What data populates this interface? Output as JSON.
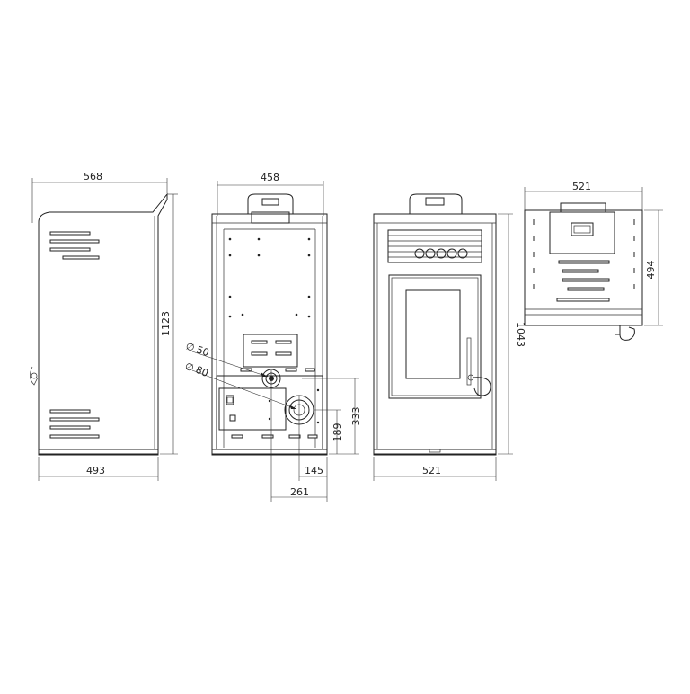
{
  "views": {
    "side": {
      "top_width": "568",
      "bottom_width": "493",
      "height": "1123"
    },
    "rear": {
      "width": "458",
      "pipe_small": "50",
      "pipe_large": "80",
      "offset_145": "145",
      "offset_261": "261",
      "height_189": "189",
      "height_333": "333"
    },
    "front": {
      "width": "521",
      "height": "1043"
    },
    "top": {
      "width": "521",
      "depth": "494"
    }
  },
  "symbols": {
    "diameter": "∅"
  }
}
